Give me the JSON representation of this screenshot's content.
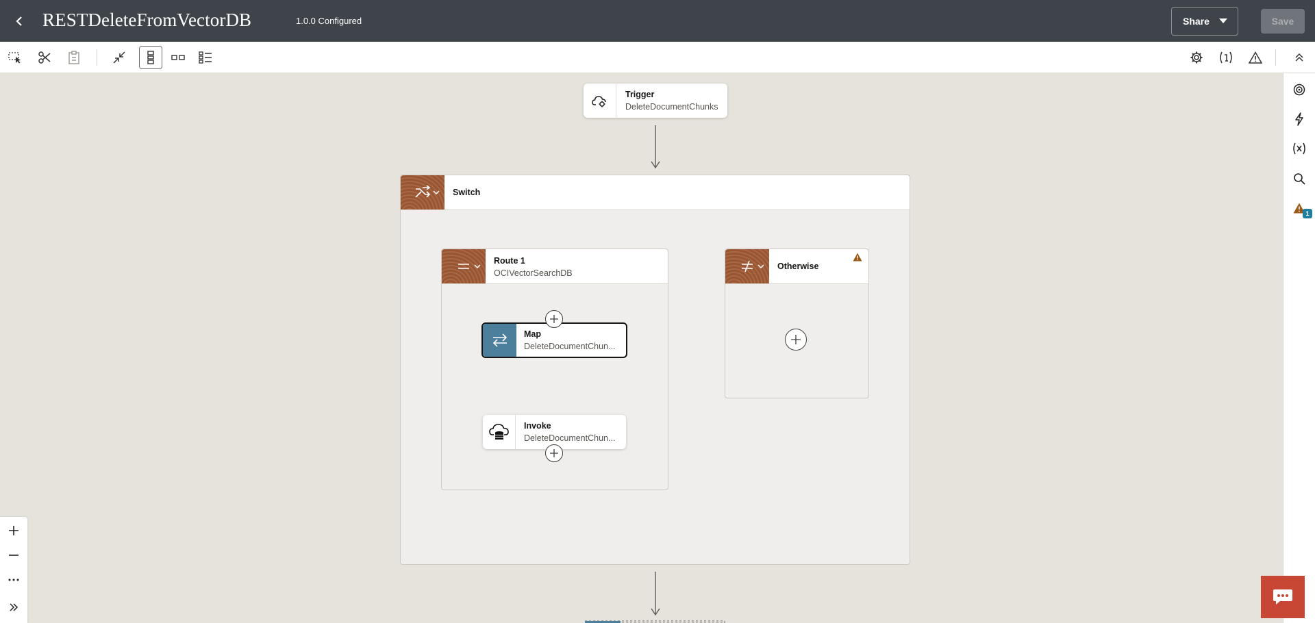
{
  "header": {
    "title": "RESTDeleteFromVectorDB",
    "version_status": "1.0.0 Configured",
    "share_label": "Share",
    "save_label": "Save"
  },
  "toolbar": {
    "left_icons": [
      "select-icon",
      "cut-icon",
      "paste-icon",
      "collapse-icon",
      "vertical-layout-icon",
      "horizontal-layout-icon",
      "pseudo-view-icon"
    ],
    "right_icons": [
      "settings-icon",
      "variables-icon",
      "warning-icon",
      "collapse-up-icon"
    ]
  },
  "rail": {
    "icons": [
      "target-icon",
      "lightning-icon",
      "variables-icon",
      "search-icon",
      "errors-icon"
    ],
    "error_count": "1"
  },
  "flow": {
    "trigger": {
      "title": "Trigger",
      "subtitle": "DeleteDocumentChunks"
    },
    "switch": {
      "title": "Switch"
    },
    "route1": {
      "title": "Route 1",
      "subtitle": "OCIVectorSearchDB",
      "map": {
        "title": "Map",
        "subtitle": "DeleteDocumentChun..."
      },
      "invoke": {
        "title": "Invoke",
        "subtitle": "DeleteDocumentChun..."
      }
    },
    "otherwise": {
      "title": "Otherwise"
    }
  },
  "colors": {
    "header_bg": "#3e444a",
    "canvas_bg": "#e6e3dd",
    "wood_accent": "#a15a35",
    "map_accent": "#4c7f9c",
    "chat_button": "#c74634",
    "badge": "#227e9e",
    "warning": "#9c5a17"
  }
}
